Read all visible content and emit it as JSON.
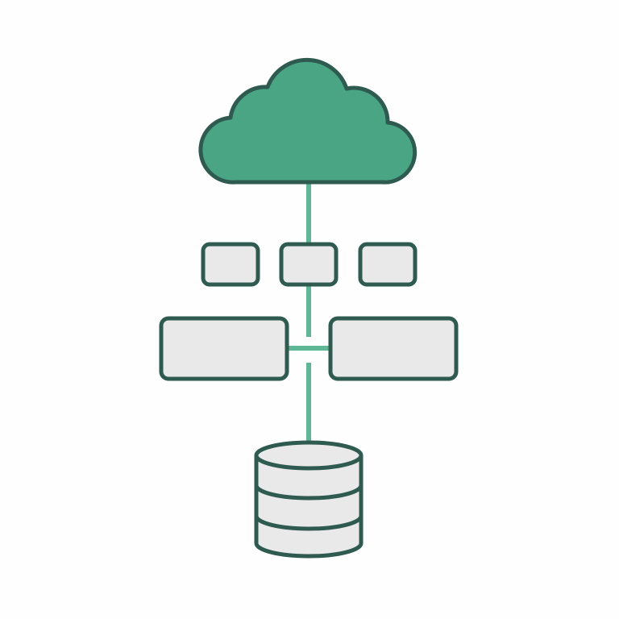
{
  "diagram": {
    "theme": {
      "background": "#fefefe",
      "cloud_fill": "#4aa585",
      "stroke": "#2e5a50",
      "connector": "#5fb795",
      "box_fill": "#e9e9e9"
    },
    "nodes": [
      {
        "id": "cloud",
        "icon": "cloud-icon"
      },
      {
        "id": "small-box-1",
        "icon": "box"
      },
      {
        "id": "small-box-2",
        "icon": "box"
      },
      {
        "id": "small-box-3",
        "icon": "box"
      },
      {
        "id": "wide-box-left",
        "icon": "box"
      },
      {
        "id": "wide-box-right",
        "icon": "box"
      },
      {
        "id": "database",
        "icon": "database-icon"
      }
    ],
    "edges": [
      {
        "from": "cloud",
        "to": "small-box-2"
      },
      {
        "from": "small-box-2",
        "to": "junction"
      },
      {
        "from": "wide-box-left",
        "to": "wide-box-right"
      },
      {
        "from": "junction",
        "to": "database"
      }
    ]
  }
}
